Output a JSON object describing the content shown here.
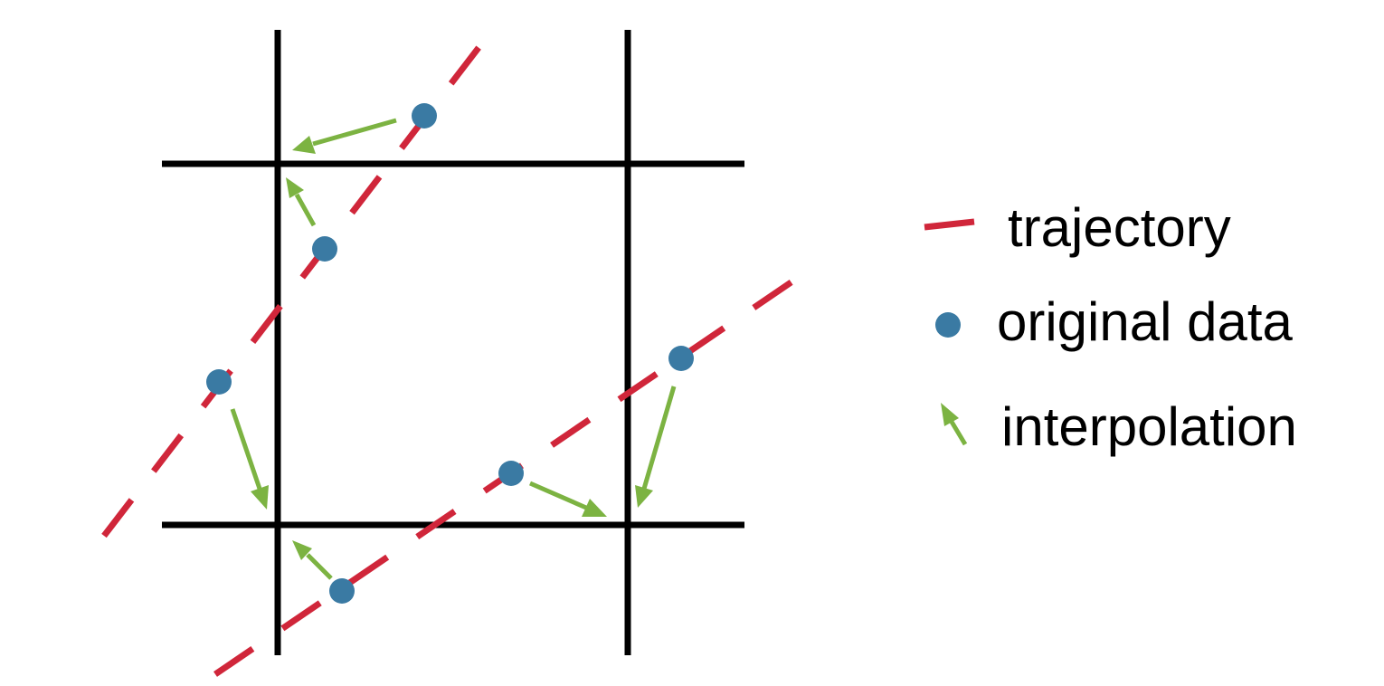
{
  "colors": {
    "grid": "#000000",
    "trajectory": "#d0263a",
    "original_data": "#3a7aa3",
    "interpolation": "#7cb342"
  },
  "legend": {
    "trajectory_label": "trajectory",
    "original_data_label": "original data",
    "interpolation_label": "interpolation"
  }
}
